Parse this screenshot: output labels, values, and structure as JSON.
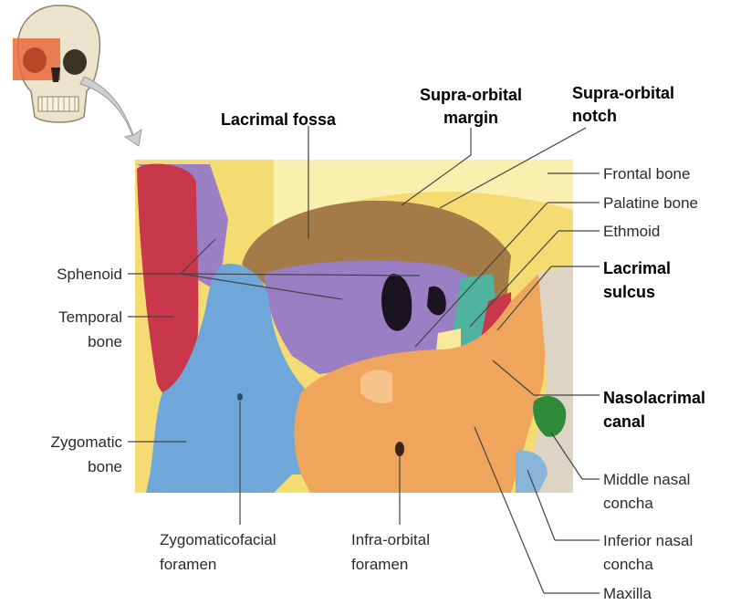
{
  "labels": {
    "lacrimal_fossa": "Lacrimal fossa",
    "supraorbital_margin_1": "Supra-orbital",
    "supraorbital_margin_2": "margin",
    "supraorbital_notch_1": "Supra-orbital",
    "supraorbital_notch_2": "notch",
    "frontal_bone": "Frontal bone",
    "palatine_bone": "Palatine bone",
    "ethmoid": "Ethmoid",
    "lacrimal_sulcus_1": "Lacrimal",
    "lacrimal_sulcus_2": "sulcus",
    "sphenoid": "Sphenoid",
    "temporal_bone_1": "Temporal",
    "temporal_bone_2": "bone",
    "zygomatic_bone_1": "Zygomatic",
    "zygomatic_bone_2": "bone",
    "nasolacrimal_canal_1": "Nasolacrimal",
    "nasolacrimal_canal_2": "canal",
    "middle_nasal_concha_1": "Middle nasal",
    "middle_nasal_concha_2": "concha",
    "inferior_nasal_concha_1": "Inferior nasal",
    "inferior_nasal_concha_2": "concha",
    "maxilla": "Maxilla",
    "zygomaticofacial_foramen_1": "Zygomaticofacial",
    "zygomaticofacial_foramen_2": "foramen",
    "infraorbital_foramen_1": "Infra-orbital",
    "infraorbital_foramen_2": "foramen"
  },
  "colors": {
    "frontal": "#f4dc72",
    "frontal_light": "#fbefb0",
    "sphenoid": "#9b7fc4",
    "temporal": "#c8384a",
    "zygomatic": "#6fa8d8",
    "maxilla": "#f0a55c",
    "ethmoid": "#4fb3a0",
    "lacrimal": "#c8384a",
    "palatine": "#f7ea9c",
    "concha": "#2f8a3a",
    "orbit_roof": "#a47a46"
  }
}
